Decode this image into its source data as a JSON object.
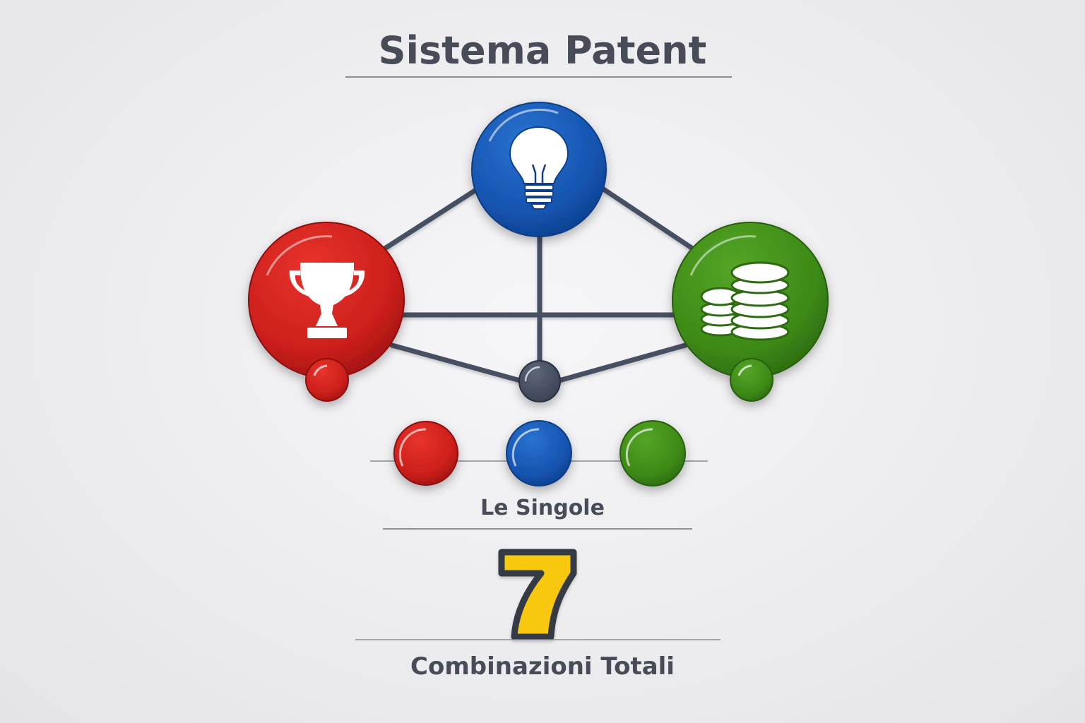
{
  "title": "Sistema Patent",
  "diagram": {
    "nodes": [
      {
        "id": "idea",
        "icon": "lightbulb-icon",
        "color": "#1558b8"
      },
      {
        "id": "winner",
        "icon": "trophy-icon",
        "color": "#d0201d"
      },
      {
        "id": "money",
        "icon": "coins-stack-icon",
        "color": "#3f8d18"
      },
      {
        "id": "center",
        "icon": "hub-node",
        "color": "#4a5266"
      }
    ],
    "connections": [
      [
        "winner",
        "idea"
      ],
      [
        "idea",
        "money"
      ],
      [
        "winner",
        "money"
      ],
      [
        "idea",
        "center"
      ],
      [
        "winner",
        "center"
      ],
      [
        "money",
        "center"
      ]
    ]
  },
  "singles": {
    "dots": [
      {
        "color": "#d8231f"
      },
      {
        "color": "#1662c0"
      },
      {
        "color": "#439a1c"
      }
    ],
    "label": "Le Singole"
  },
  "total": {
    "value": "7",
    "label": "Combinazioni Totali",
    "value_color": "#f7c80a"
  }
}
